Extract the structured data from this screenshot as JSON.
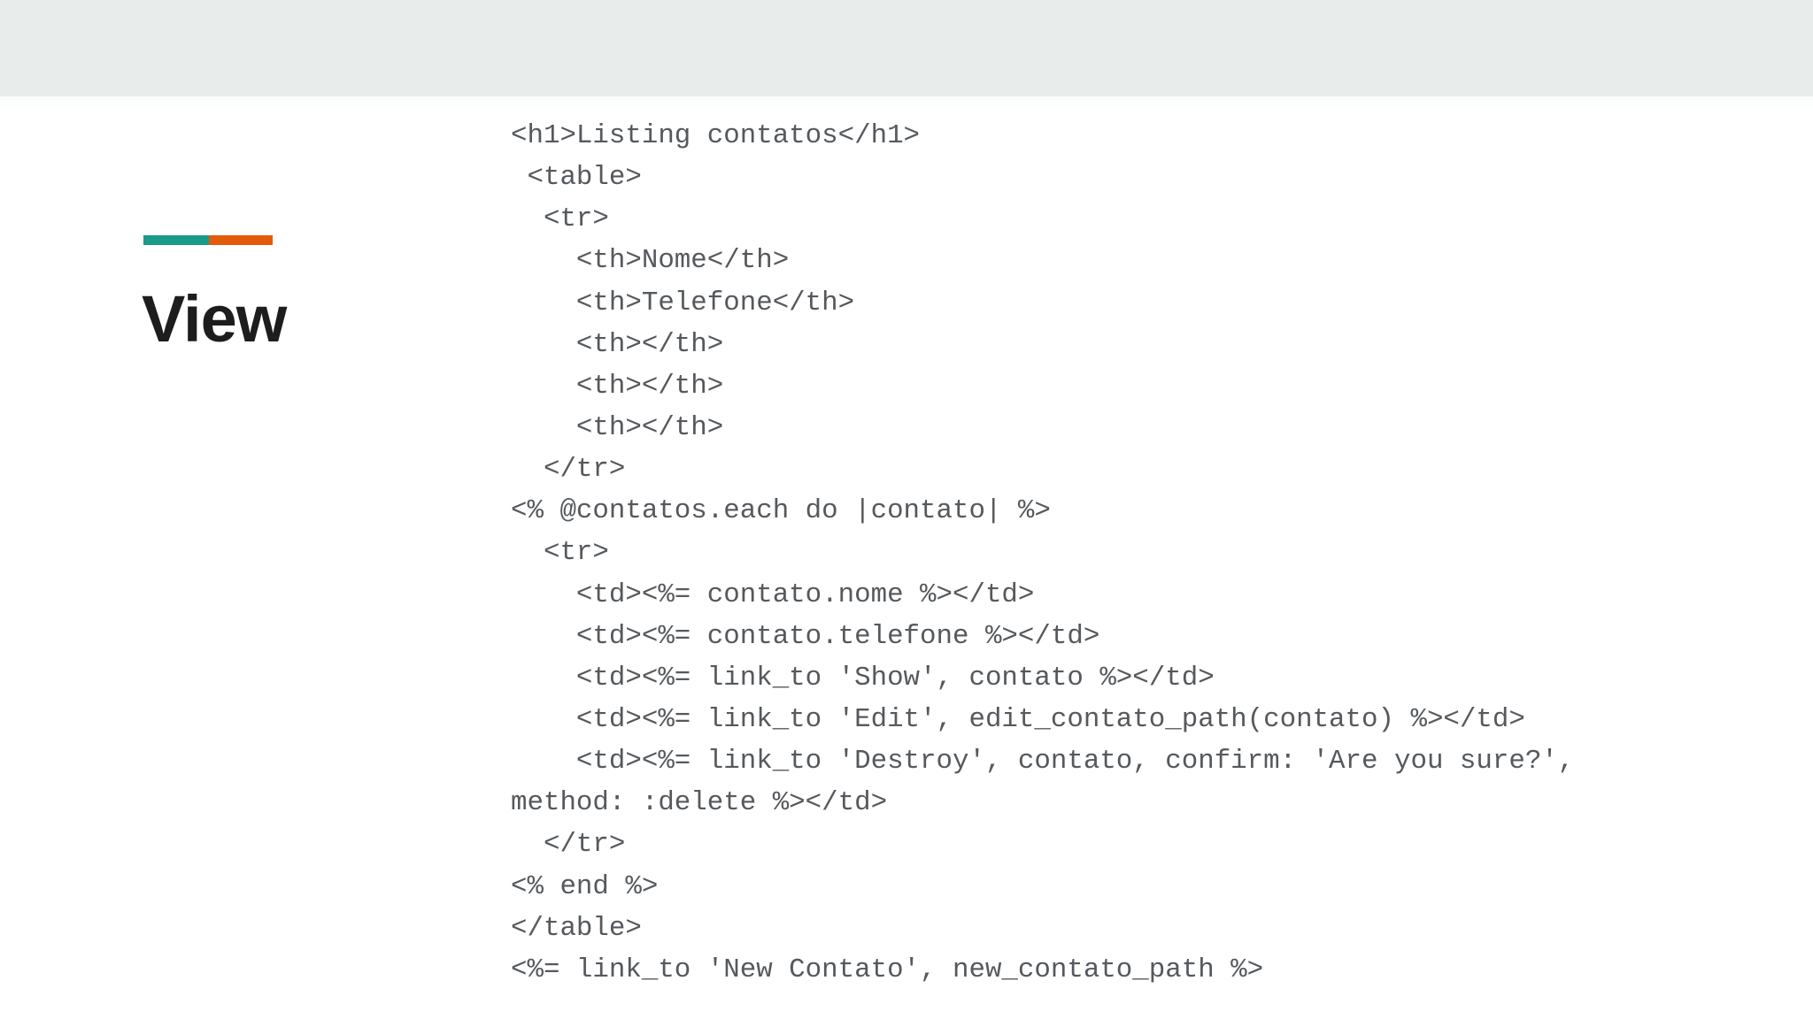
{
  "header": {
    "band_color": "#e8edeb"
  },
  "accent": {
    "left_color": "#1a9a88",
    "right_color": "#e35a0a"
  },
  "slide": {
    "title": "View"
  },
  "code": {
    "language": "erb",
    "lines": [
      "<h1>Listing contatos</h1>",
      " <table>",
      "  <tr>",
      "    <th>Nome</th>",
      "    <th>Telefone</th>",
      "    <th></th>",
      "    <th></th>",
      "    <th></th>",
      "  </tr>",
      "<% @contatos.each do |contato| %>",
      "  <tr>",
      "    <td><%= contato.nome %></td>",
      "    <td><%= contato.telefone %></td>",
      "    <td><%= link_to 'Show', contato %></td>",
      "    <td><%= link_to 'Edit', edit_contato_path(contato) %></td>",
      "    <td><%= link_to 'Destroy', contato, confirm: 'Are you sure?',",
      "method: :delete %></td>",
      "  </tr>",
      "<% end %>",
      "</table>",
      "<%= link_to 'New Contato', new_contato_path %>"
    ]
  }
}
